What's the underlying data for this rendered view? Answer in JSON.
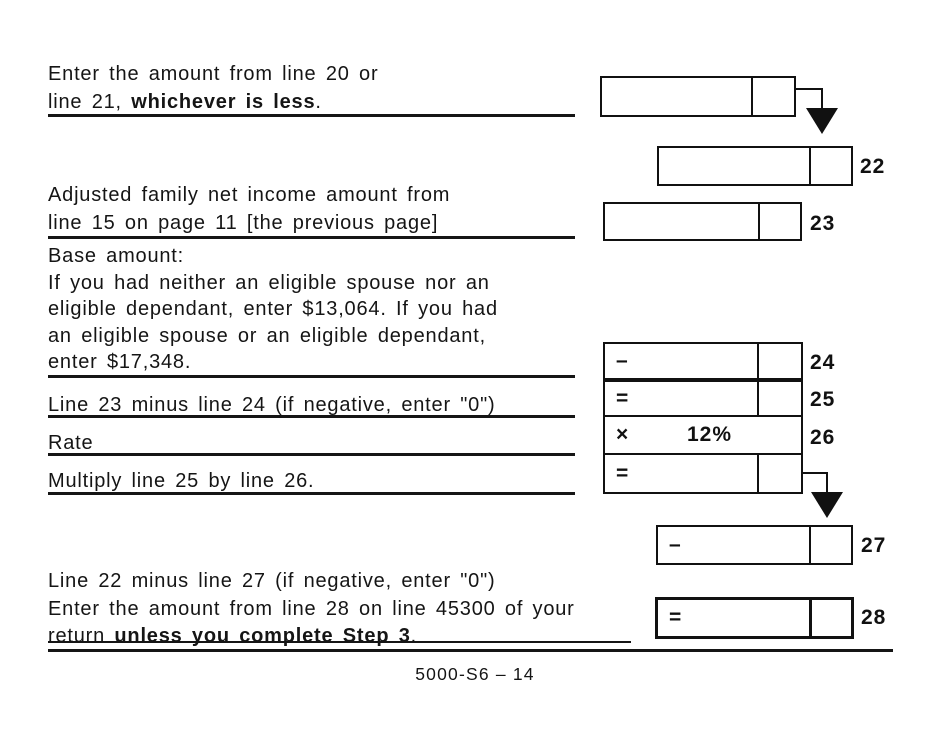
{
  "instructions": {
    "p1": {
      "line1": "Enter the amount from line 20 or",
      "line2_pre": "line 21, ",
      "line2_bold": "whichever is less",
      "line2_post": "."
    },
    "p2": {
      "line1": "Adjusted family net income amount from",
      "line2": "line 15 on page 11 [the previous page]"
    },
    "p3": {
      "lines": [
        "Base amount:",
        "If you had neither an eligible spouse nor an",
        "eligible dependant, enter $13,064. If you had",
        "an eligible spouse or an eligible dependant,",
        "enter $17,348."
      ]
    },
    "p4": "Line 23 minus line 24 (if negative, enter \"0\")",
    "p5": "Rate",
    "p6": "Multiply line 25 by line 26.",
    "p7": {
      "line1": "Line 22 minus line 27 (if negative, enter \"0\")",
      "line2": "Enter the amount from line 28 on line 45300 of your",
      "line3_pre": "return ",
      "line3_bold": "unless you complete Step 3",
      "line3_post": "."
    }
  },
  "fields": {
    "carry": {
      "value": "",
      "cents": ""
    },
    "line22": {
      "label": "22",
      "value": "",
      "cents": ""
    },
    "line23": {
      "label": "23",
      "value": "",
      "cents": ""
    },
    "line24": {
      "label": "24",
      "operator": "–",
      "value": "",
      "cents": ""
    },
    "line25": {
      "label": "25",
      "operator": "=",
      "value": "",
      "cents": ""
    },
    "line26": {
      "label": "26",
      "operator": "×",
      "rate": "12%"
    },
    "result": {
      "operator": "=",
      "value": "",
      "cents": ""
    },
    "line27": {
      "label": "27",
      "operator": "–",
      "value": "",
      "cents": ""
    },
    "line28": {
      "label": "28",
      "operator": "=",
      "value": "",
      "cents": ""
    }
  },
  "footer": {
    "page_id": "5000-S6 – 14"
  },
  "colors": {
    "ink": "#111111"
  }
}
